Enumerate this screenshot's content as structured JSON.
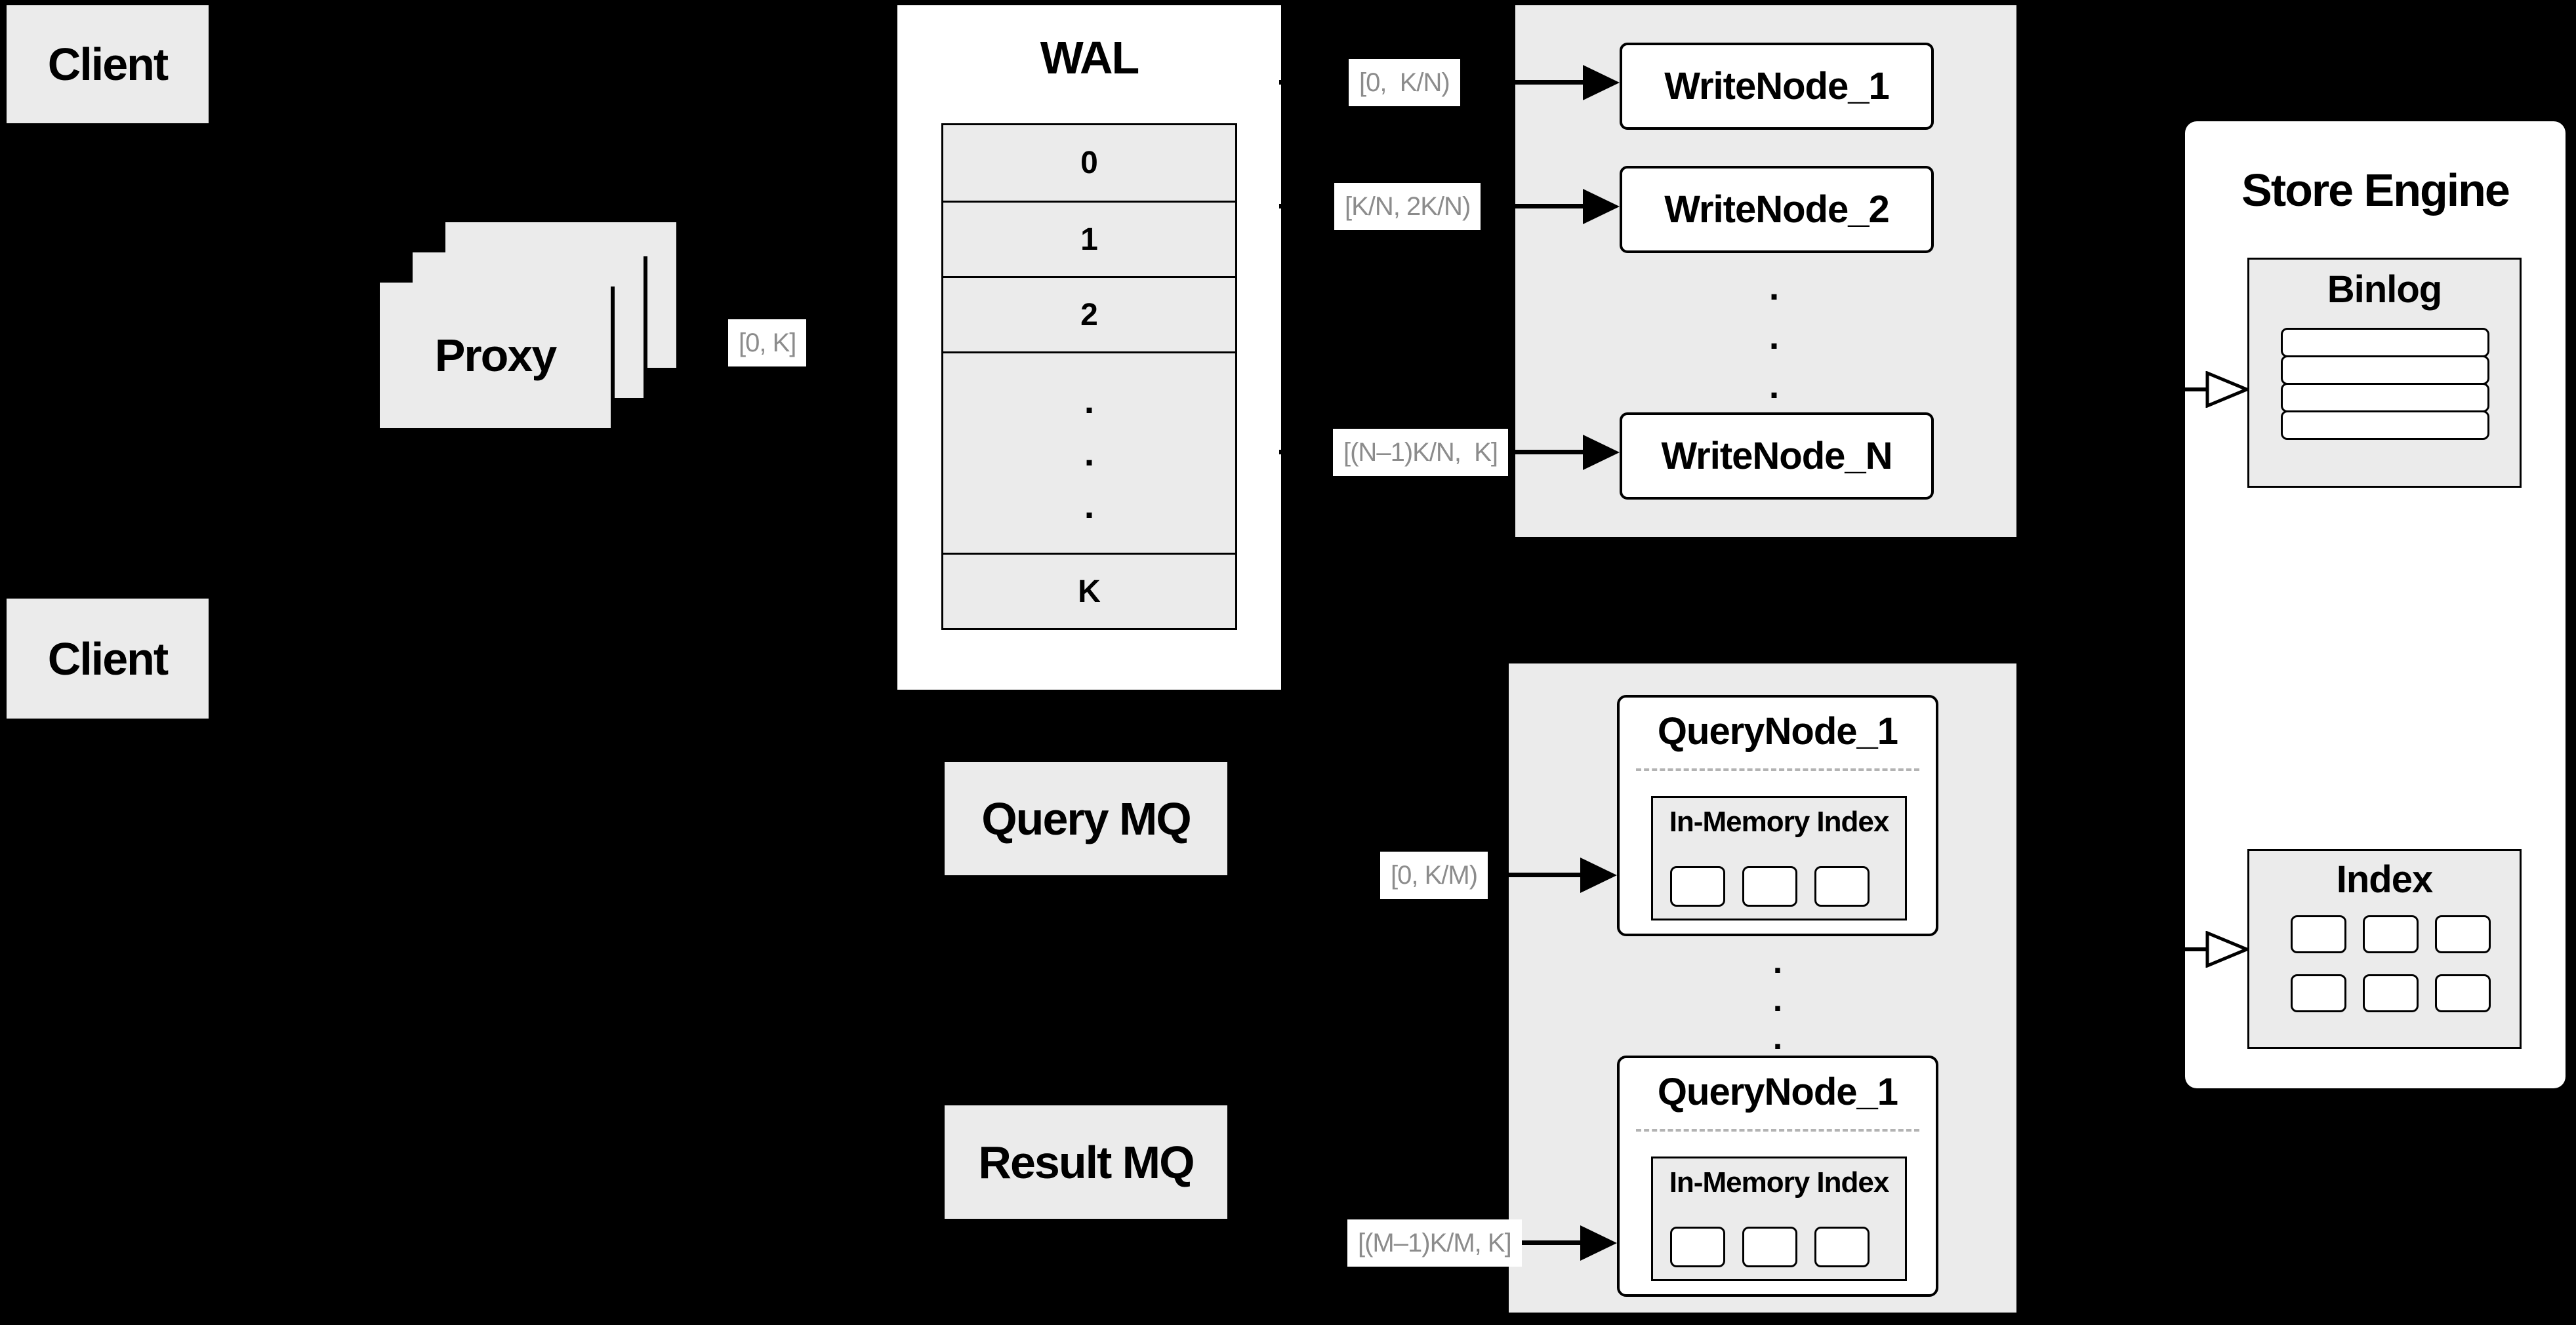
{
  "colors": {
    "background": "#000000",
    "box_gray": "#ebebeb",
    "panel_white": "#ffffff",
    "border_black": "#000000",
    "label_gray": "#8c8c8c",
    "dash_gray": "#b3b3b3"
  },
  "glyphs": {
    "dot": "."
  },
  "client_top": {
    "label": "Client"
  },
  "client_bottom": {
    "label": "Client"
  },
  "proxy": {
    "label": "Proxy",
    "range": "[0, K]"
  },
  "wal": {
    "title": "WAL",
    "segments": [
      "0",
      "1",
      "2",
      "K"
    ]
  },
  "write_cluster": {
    "ranges": [
      "[0,  K/N)",
      "[K/N, 2K/N)",
      "[(N–1)K/N,  K]"
    ],
    "nodes": [
      "WriteNode_1",
      "WriteNode_2",
      "WriteNode_N"
    ]
  },
  "store_engine": {
    "title": "Store Engine",
    "binlog_title": "Binlog",
    "index_title": "Index"
  },
  "query_mq": {
    "label": "Query MQ"
  },
  "result_mq": {
    "label": "Result MQ"
  },
  "query_cluster": {
    "ranges": [
      "[0, K/M)",
      "[(M–1)K/M, K]"
    ],
    "nodes": [
      "QueryNode_1",
      "QueryNode_1"
    ],
    "inner_label": "In-Memory Index"
  }
}
